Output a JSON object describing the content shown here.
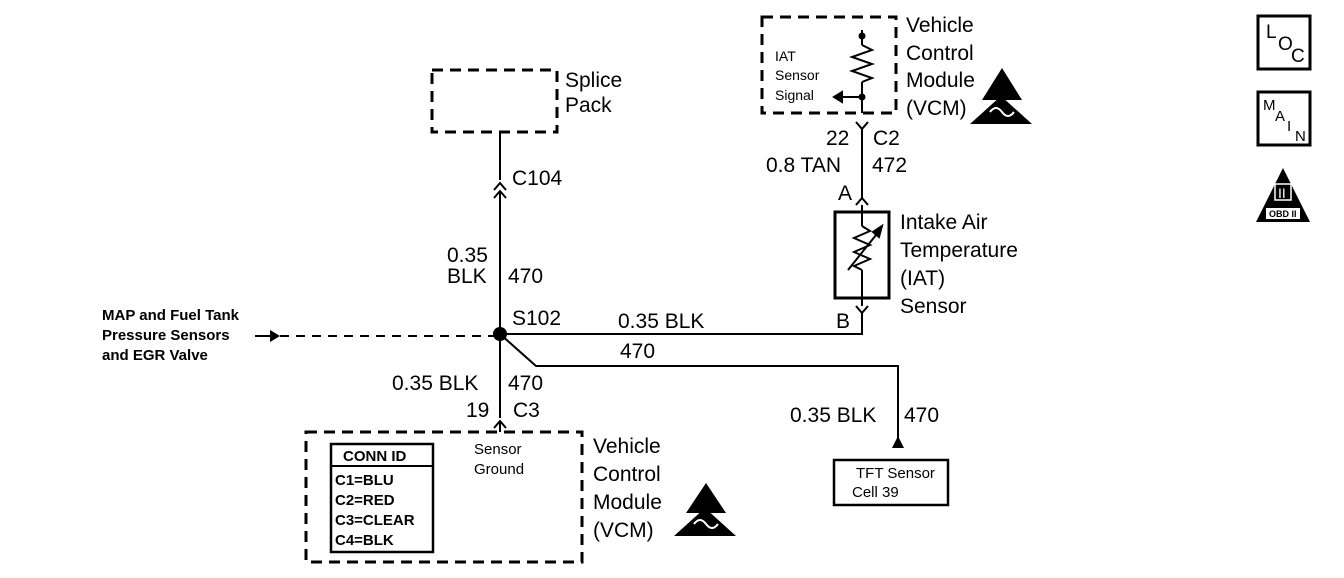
{
  "splice_pack": {
    "line1": "Splice",
    "line2": "Pack"
  },
  "vcm_top": {
    "line1": "Vehicle",
    "line2": "Control",
    "line3": "Module",
    "line4": "(VCM)",
    "inner1": "IAT",
    "inner2": "Sensor",
    "inner3": "Signal",
    "pin": "22",
    "conn": "C2"
  },
  "wire_tan": {
    "gauge": "0.8 TAN",
    "circuit": "472"
  },
  "iat_sensor": {
    "pin_a": "A",
    "pin_b": "B",
    "line1": "Intake Air",
    "line2": "Temperature",
    "line3": "(IAT)",
    "line4": "Sensor"
  },
  "c104": "C104",
  "wire_up": {
    "gauge": "0.35",
    "color": "BLK",
    "circuit": "470"
  },
  "splice": "S102",
  "wire_right": {
    "label": "0.35 BLK",
    "circuit": "470"
  },
  "map_note": {
    "line1": "MAP and Fuel Tank",
    "line2": "Pressure Sensors",
    "line3": "and EGR Valve"
  },
  "wire_down": {
    "label": "0.35 BLK",
    "circuit": "470",
    "pin": "19",
    "conn": "C3"
  },
  "wire_tft": {
    "label": "0.35 BLK",
    "circuit": "470"
  },
  "tft": {
    "line1": "TFT Sensor",
    "line2": "Cell 39"
  },
  "vcm_bottom": {
    "line1": "Vehicle",
    "line2": "Control",
    "line3": "Module",
    "line4": "(VCM)",
    "ground1": "Sensor",
    "ground2": "Ground"
  },
  "conn_id": {
    "title": "CONN ID",
    "rows": [
      "C1=BLU",
      "C2=RED",
      "C3=CLEAR",
      "C4=BLK"
    ]
  },
  "side_icons": {
    "loc": {
      "a": "L",
      "b": "O",
      "c": "C"
    },
    "main": {
      "a": "M",
      "b": "A",
      "c": "I",
      "d": "N"
    },
    "obd": {
      "a": "II",
      "b": "OBD II"
    }
  }
}
